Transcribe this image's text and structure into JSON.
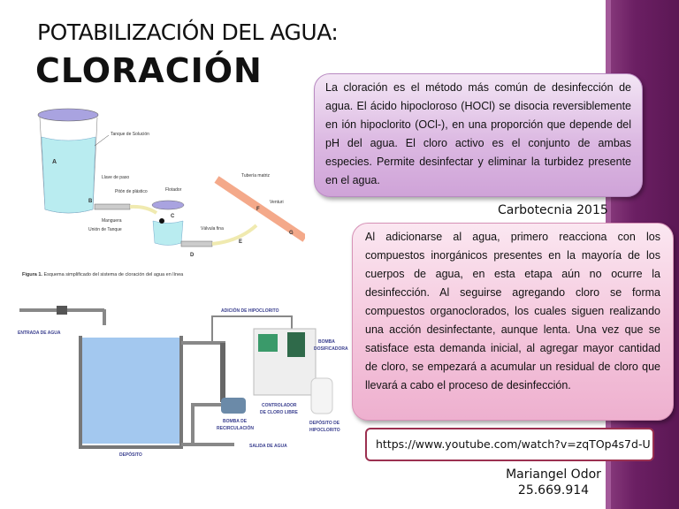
{
  "title": {
    "line1": "POTABILIZACIÓN DEL AGUA:",
    "line2": "CLORACIÓN"
  },
  "box1": {
    "text": "La cloración es el método más común de desinfección de agua. El ácido hipocloroso (HOCl) se disocia reversiblemente en ión hipoclorito (OCl-), en una proporción que depende del pH del agua. El cloro activo es el conjunto de ambas especies. Permite desinfectar y eliminar la turbidez presente en el agua."
  },
  "source": "Carbotecnia 2015",
  "box2": {
    "text": "Al adicionarse al agua, primero reacciona con los compuestos inorgánicos presentes en la mayoría de los cuerpos de agua, en esta etapa aún no ocurre la desinfección. Al seguirse agregando cloro se forma compuestos organoclorados, los cuales siguen realizando una acción desinfectante, aunque lenta. Una vez que se satisface esta demanda inicial, al agregar mayor cantidad de cloro, se empezará a acumular un residual de cloro que llevará a cabo el proceso de desinfección."
  },
  "link": "https://www.youtube.com/watch?v=zqTOp4s7d-U",
  "author": {
    "name": "Mariangel Odor",
    "id": "25.669.914"
  },
  "figure1": {
    "labels": {
      "tank": "Tanque de Solución",
      "A": "A",
      "B": "B",
      "C": "C",
      "D": "D",
      "E": "E",
      "F": "F",
      "G": "G",
      "llave": "Llave de paso",
      "piton": "Pitón de plástico",
      "flotador": "Flotador",
      "manguera": "Manguera",
      "union": "Unión de Tanque",
      "valvula": "Válvula fina",
      "tuberia": "Tubería matriz",
      "venturi": "Venturi"
    },
    "caption_bold": "Figura 1.",
    "caption": " Esquema simplificado del sistema de cloración del agua en línea"
  },
  "figure2": {
    "labels": {
      "adicion": "ADICIÓN DE HIPOCLORITO",
      "entrada": "ENTRADA DE AGUA",
      "bomba_dos1": "BOMBA",
      "bomba_dos2": "DOSIFICADORA",
      "ctrl1": "CONTROLADOR",
      "ctrl2": "DE CLORO LIBRE",
      "dep1": "DEPÓSITO DE",
      "dep2": "HIPOCLORITO",
      "recirc1": "BOMBA DE",
      "recirc2": "RECIRCULACIÓN",
      "salida": "SALIDA DE AGUA",
      "deposito": "DEPÓSITO"
    }
  },
  "colors": {
    "band": "#6b1f63",
    "box1": "#dcb9e2",
    "box2": "#f4c6dc",
    "link_border": "#9b3050"
  }
}
